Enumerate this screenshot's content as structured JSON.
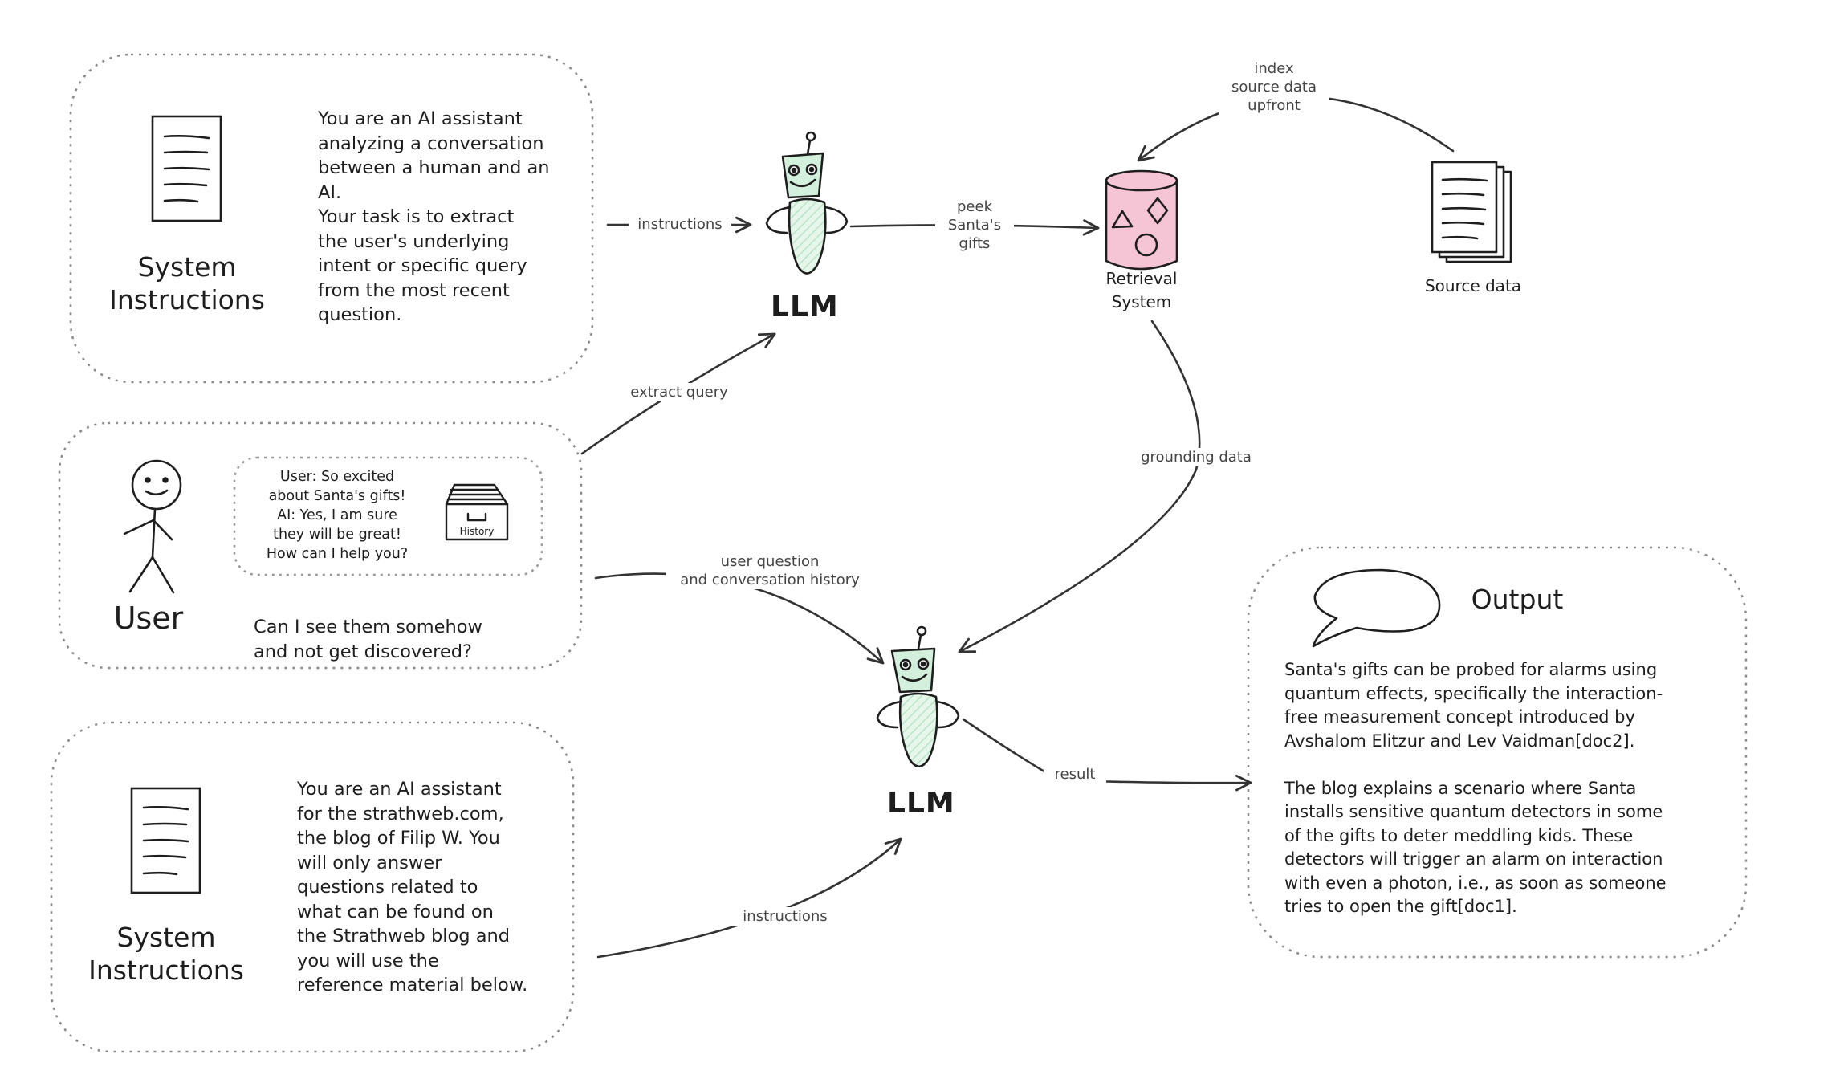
{
  "system_box_top": {
    "title": "System\nInstructions",
    "text": "You are an AI assistant\nanalyzing a conversation\nbetween a human and an\nAI.\nYour task is to extract\nthe user's underlying\nintent or specific query\nfrom the most recent\nquestion."
  },
  "user_box": {
    "title": "User",
    "chat": "User: So excited\nabout Santa's gifts!\nAI: Yes, I am sure\nthey will be great!\nHow can I help you?",
    "history_label": "History",
    "question": "Can I see them somehow\nand not get discovered?"
  },
  "system_box_bottom": {
    "title": "System\nInstructions",
    "text": "You are an AI assistant\nfor the strathweb.com,\nthe blog of Filip W. You\nwill only answer\nquestions related to\nwhat can be found on\nthe Strathweb blog and\nyou will use the\nreference material below."
  },
  "llm_top": {
    "label": "LLM"
  },
  "llm_bottom": {
    "label": "LLM"
  },
  "retrieval": {
    "label": "Retrieval\nSystem",
    "color": "#f5c5d6"
  },
  "source": {
    "label": "Source data"
  },
  "output_box": {
    "title": "Output",
    "text": "Santa's gifts can be probed for alarms using\nquantum effects, specifically the interaction-\nfree measurement concept introduced by\nAvshalom Elitzur and Lev Vaidman[doc2].\n\nThe blog explains a scenario where Santa\ninstalls sensitive quantum detectors in some\nof the gifts to deter meddling kids. These\ndetectors will trigger an alarm on interaction\nwith even a photon, i.e., as soon as someone\ntries to open the gift[doc1]."
  },
  "edges": {
    "instructions_top": "instructions",
    "peek": "peek\nSanta's\ngifts",
    "index": "index\nsource data\nupfront",
    "extract_query": "extract query",
    "grounding": "grounding data",
    "user_question": "user question\nand conversation history",
    "result": "result",
    "instructions_bottom": "instructions"
  },
  "colors": {
    "stroke": "#1e1e1e",
    "robot_fill": "#d3f0dc",
    "pink": "#f5c5d6",
    "box_border": "#8a8a8a"
  }
}
